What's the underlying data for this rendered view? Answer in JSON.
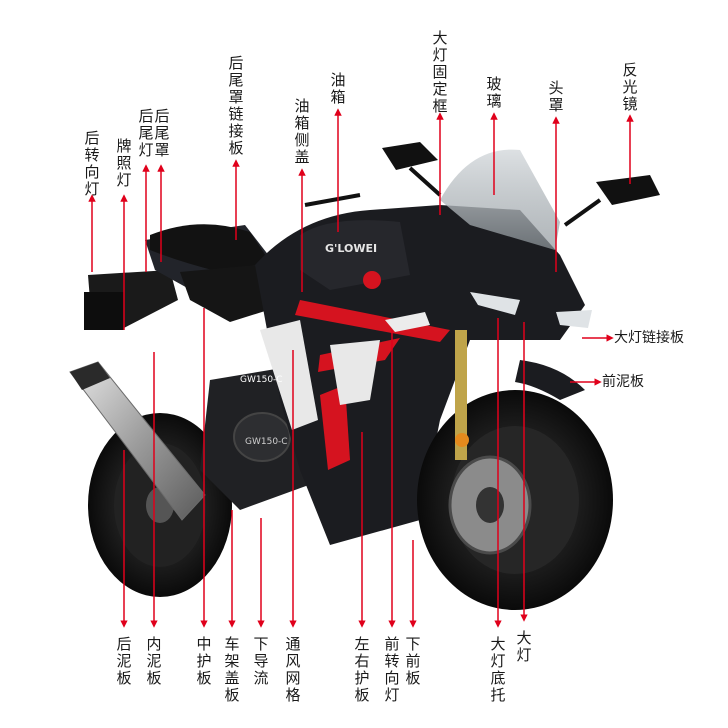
{
  "colors": {
    "leader": "#e0001b",
    "body": "#1b1c20",
    "accent": "#d5131f",
    "tire": "#161616"
  },
  "image": {
    "subject": "sport motorcycle with labeled parts",
    "brand_badge": "G'LOWEI",
    "model_badge": "GW150-C",
    "tank_badge": "G'LOWEI"
  },
  "top_labels": {
    "hou_zhuan_xiang_deng": "后转向灯",
    "pai_zhao_deng": "牌照灯",
    "hou_wei_deng": "后尾灯",
    "hou_wei_zhao": "后尾罩",
    "hou_wei_zhao_lian_jie_ban": "后尾罩链接板",
    "you_xiang_ce_gai": "油箱侧盖",
    "you_xiang": "油箱",
    "da_deng_gu_ding_kuang": "大灯固定框",
    "bo_li": "玻璃",
    "tou_zhao": "头罩",
    "fan_guang_jing": "反光镜"
  },
  "side_labels": {
    "da_deng_lian_jie_ban": "大灯链接板",
    "qian_ni_ban": "前泥板"
  },
  "bottom_labels": {
    "hou_ni_ban": "后泥板",
    "nei_ni_ban": "内泥板",
    "zhong_hu_ban": "中护板",
    "che_jia_gai_ban": "车架盖板",
    "xia_dao_liu": "下导流",
    "tong_feng_wang_ge": "通风网格",
    "zuo_you_hu_ban": "左右护板",
    "qian_zhuan_xiang_deng": "前转向灯",
    "xia_qian_ban": "下前板",
    "da_deng_di_tuo": "大灯底托",
    "da_deng": "大灯"
  }
}
